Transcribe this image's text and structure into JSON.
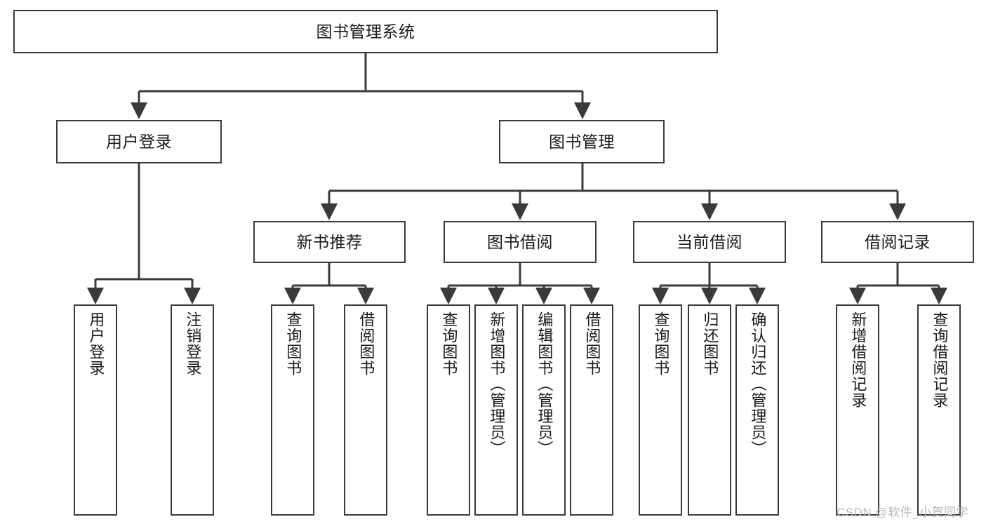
{
  "diagram": {
    "type": "tree-hierarchy",
    "title": "图书管理系统",
    "watermark": "CSDN @软件_小贺同学",
    "colors": {
      "stroke": "#3a3a3a",
      "fill": "#ffffff",
      "text": "#1a1a1a",
      "watermark": "#b9b9b9"
    },
    "levels": {
      "level1": [
        {
          "id": "root",
          "label": "图书管理系统"
        }
      ],
      "level2": [
        {
          "id": "user-login",
          "label": "用户登录"
        },
        {
          "id": "book-manage",
          "label": "图书管理"
        }
      ],
      "level3": [
        {
          "id": "new-book-rec",
          "label": "新书推荐",
          "parent": "book-manage"
        },
        {
          "id": "book-borrow",
          "label": "图书借阅",
          "parent": "book-manage"
        },
        {
          "id": "current-borrow",
          "label": "当前借阅",
          "parent": "book-manage"
        },
        {
          "id": "borrow-record",
          "label": "借阅记录",
          "parent": "book-manage"
        }
      ],
      "level4": [
        {
          "id": "leaf-1",
          "label": "用户登录",
          "parent": "user-login"
        },
        {
          "id": "leaf-2",
          "label": "注销登录",
          "parent": "user-login"
        },
        {
          "id": "leaf-3",
          "label": "查询图书",
          "parent": "new-book-rec"
        },
        {
          "id": "leaf-4",
          "label": "借阅图书",
          "parent": "new-book-rec"
        },
        {
          "id": "leaf-5",
          "label": "查询图书",
          "parent": "book-borrow"
        },
        {
          "id": "leaf-6",
          "label": "新增图书（管理员）",
          "parent": "book-borrow"
        },
        {
          "id": "leaf-7",
          "label": "编辑图书（管理员）",
          "parent": "book-borrow"
        },
        {
          "id": "leaf-8",
          "label": "借阅图书",
          "parent": "book-borrow"
        },
        {
          "id": "leaf-9",
          "label": "查询图书",
          "parent": "current-borrow"
        },
        {
          "id": "leaf-10",
          "label": "归还图书",
          "parent": "current-borrow"
        },
        {
          "id": "leaf-11",
          "label": "确认归还（管理员）",
          "parent": "current-borrow"
        },
        {
          "id": "leaf-12",
          "label": "新增借阅记录",
          "parent": "borrow-record"
        },
        {
          "id": "leaf-13",
          "label": "查询借阅记录",
          "parent": "borrow-record"
        }
      ]
    }
  }
}
